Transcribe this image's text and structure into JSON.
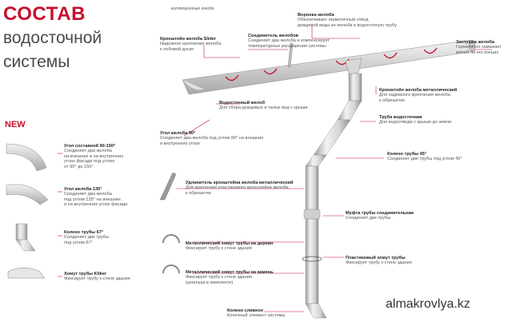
{
  "header": {
    "line1": "СОСТАВ",
    "line2": "водосточной",
    "line3": "системы",
    "new_badge": "NEW"
  },
  "brand": "almakrovlya.kz",
  "colors": {
    "accent": "#c8102e",
    "pipe": "#d9d9d9",
    "pipe_dark": "#9a9a9a",
    "text": "#555555"
  },
  "callout_small": "коллекционные\nгнезда",
  "parts": [
    {
      "title": "Кронштейн желоба Slider",
      "desc": "Надежное крепление желоба\nк лобовой доске"
    },
    {
      "title": "Воронка желоба",
      "desc": "Обеспечивает герметичный отвод\nдождевой воды из желоба в водосточную трубу"
    },
    {
      "title": "Соединитель желобов",
      "desc": "Соединяет два желоба и компенсирует\nтемпературные расширения системы"
    },
    {
      "title": "Заглушка желоба",
      "desc": "Герметично замыкает\nжелоб на его концах"
    },
    {
      "title": "Кронштейн желоба металлический",
      "desc": "Для надежного крепления желоба\nк обрешетке"
    },
    {
      "title": "Водосточный желоб",
      "desc": "Для сбора дождевых и талых вод с крыши"
    },
    {
      "title": "Труба водосточная",
      "desc": "Для водоотвода с крыши до земли"
    },
    {
      "title": "Угол желоба 90°",
      "desc": "Соединяет два желоба под углом 90° на внешних\nи внутренних углах"
    },
    {
      "title": "Колено трубы 45°",
      "desc": "Соединяет две трубы под углом 45°"
    },
    {
      "title": "Удлинитель кронштейна желоба металлический",
      "desc": "Для крепления пластикового кронштейна желоба\nк обрешетке"
    },
    {
      "title": "Муфта трубы соединительная",
      "desc": "Соединяет две трубы"
    },
    {
      "title": "Металлический хомут трубы на дерево",
      "desc": "Фиксирует трубу к стене здания"
    },
    {
      "title": "Пластиковый хомут трубы",
      "desc": "Фиксирует трубу к стене здания"
    },
    {
      "title": "Металлический хомут трубы на камень",
      "desc": "Фиксирует трубу к стене здания\n(шпилька в комплекте)"
    },
    {
      "title": "Колено сливное",
      "desc": "Конечный элемент системы"
    }
  ],
  "new_items": [
    {
      "title": "Угол составной 90-150°",
      "desc": "Соединяет два желоба\nна внешних и на внутренних\nуглах фасада под углом\nот 90° до 150°"
    },
    {
      "title": "Угол желоба 135°",
      "desc": "Соединяет два желоба\nпод углом 135° на внешних\nи на внутренних углах фасада"
    },
    {
      "title": "Колено трубы 67°",
      "desc": "Соединяет две трубы\nпод углом 67°"
    },
    {
      "title": "Хомут трубы Kliker",
      "desc": "Фиксирует трубу к стене здания"
    }
  ]
}
